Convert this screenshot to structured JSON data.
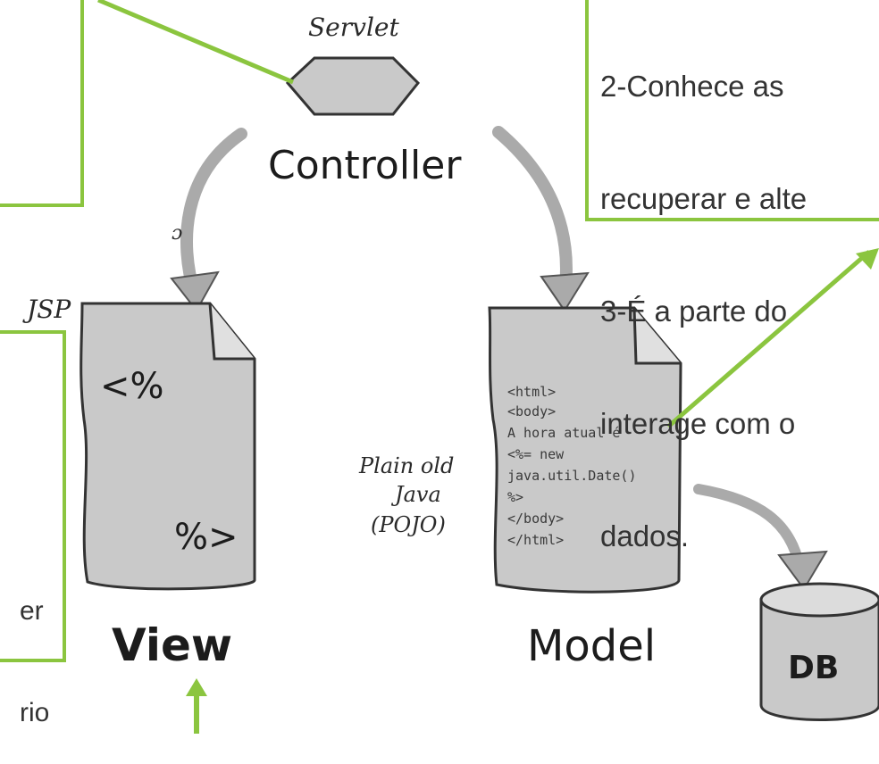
{
  "colors": {
    "callout_border": "#8bc53f",
    "arrow_green": "#8bc53f",
    "shape_fill": "#c9c9c9",
    "ink": "#333333"
  },
  "diagram": {
    "servlet_label": "Servlet",
    "controller_label": "Controller",
    "jsp_label": "JSP",
    "view_label": "View",
    "model_label": "Model",
    "db_label": "DB",
    "pojo_label": [
      "Plain old",
      "Java",
      "(POJO)"
    ],
    "jsp_open_tag": "<%",
    "jsp_close_tag": "%>",
    "small_mark": "ɔ",
    "code_lines": [
      "<html>",
      "<body>",
      " A hora atual é",
      "<%= new",
      "  java.util.Date()",
      "%>",
      "</body>",
      "</html>"
    ]
  },
  "callouts": {
    "model_note": {
      "lines": [
        "2-Conhece as",
        "recuperar e alte",
        "3-É a parte do",
        "interage com o",
        "dados."
      ]
    },
    "view_note": {
      "lines": [
        "er",
        "rio"
      ]
    }
  }
}
